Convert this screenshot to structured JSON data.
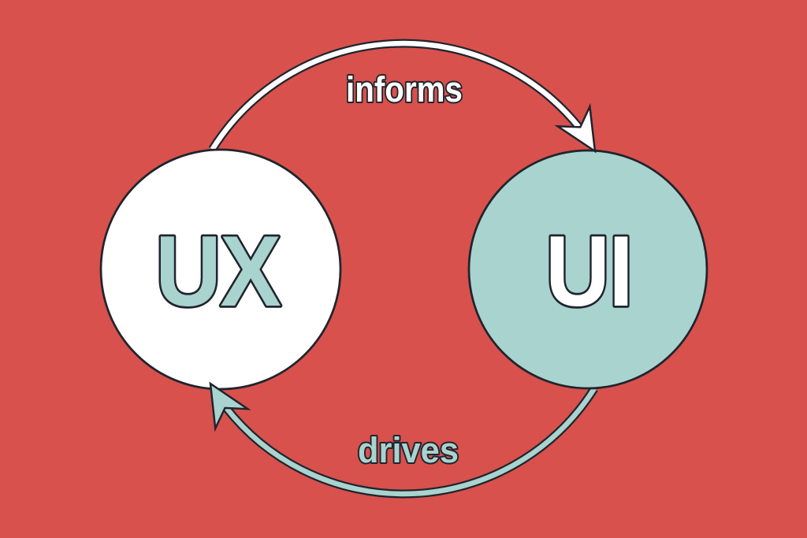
{
  "colors": {
    "background": "#d8514c",
    "teal": "#a9d3ce",
    "white": "#ffffff",
    "ink": "#20242e"
  },
  "diagram": {
    "type": "cycle",
    "nodes": [
      {
        "id": "ux",
        "label": "UX",
        "fill": "#ffffff",
        "label_color": "#a9d3ce"
      },
      {
        "id": "ui",
        "label": "UI",
        "fill": "#a9d3ce",
        "label_color": "#ffffff"
      }
    ],
    "edges": [
      {
        "from": "ux",
        "to": "ui",
        "label": "informs",
        "color": "#ffffff",
        "position": "top"
      },
      {
        "from": "ui",
        "to": "ux",
        "label": "drives",
        "color": "#a9d3ce",
        "position": "bottom"
      }
    ]
  }
}
